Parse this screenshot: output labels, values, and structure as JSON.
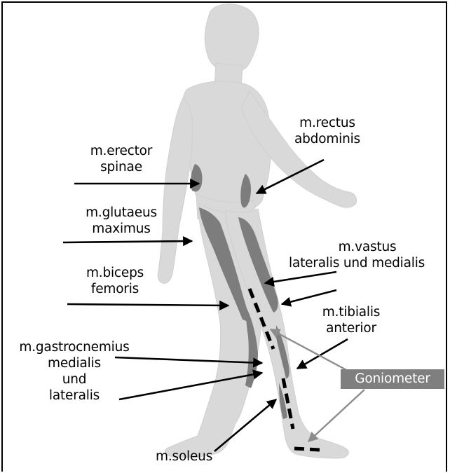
{
  "labels": {
    "erector": [
      "m.erector",
      "spinae"
    ],
    "rectus": [
      "m.rectus",
      "abdominis"
    ],
    "glutaeus": [
      "m.glutaeus",
      "maximus"
    ],
    "vastus": [
      "m.vastus",
      "lateralis und medialis"
    ],
    "biceps": [
      "m.biceps",
      "femoris"
    ],
    "tibialis": [
      "m.tibialis",
      "anterior"
    ],
    "gastrocnemius": [
      "m.gastrocnemius",
      "medialis",
      "und",
      "lateralis"
    ],
    "soleus": "m.soleus",
    "goniometer": "Goniometer"
  },
  "colors": {
    "figure_fill": "#d9d9d9",
    "muscle_fill": "#7d7d7d",
    "goniometer_tag": "#7f7f7f",
    "arrow": "#000000",
    "goniometer_arrow": "#8c8c8c"
  }
}
